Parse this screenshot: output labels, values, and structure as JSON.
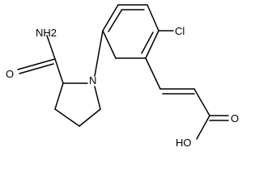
{
  "molecule": {
    "atoms": {
      "amide_n": "NH2",
      "amide_o": "O",
      "ring_n": "N",
      "chlorine": "Cl",
      "acid_oh": "HO",
      "acid_o": "O"
    },
    "colors": {
      "bond": "#000000",
      "label": "#000000",
      "background": "#ffffff"
    }
  }
}
